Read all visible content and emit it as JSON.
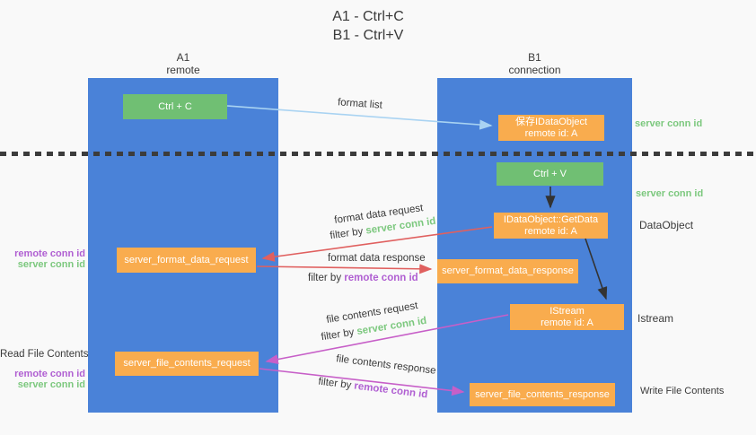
{
  "title": {
    "line1": "A1 - Ctrl+C",
    "line2": "B1 - Ctrl+V"
  },
  "columns": {
    "left": {
      "name": "A1",
      "role": "remote"
    },
    "right": {
      "name": "B1",
      "role": "connection"
    }
  },
  "boxes": {
    "ctrl_c": "Ctrl + C",
    "ctrl_v": "Ctrl + V",
    "save_idataobject": {
      "title": "保存IDataObject",
      "subtitle": "remote id: A"
    },
    "getdata": {
      "title": "IDataObject::GetData",
      "subtitle": "remote id: A"
    },
    "istream": {
      "title": "IStream",
      "subtitle": "remote id: A"
    },
    "server_format_data_request": "server_format_data_request",
    "server_format_data_response": "server_format_data_response",
    "server_file_contents_request": "server_file_contents_request",
    "server_file_contents_response": "server_file_contents_response"
  },
  "flow_labels": {
    "format_list": "format list",
    "format_data_request": "format data request",
    "format_data_response": "format data response",
    "file_contents_request": "file contents request",
    "file_contents_response": "file contents response",
    "filter_by": "filter by",
    "server_conn_id": "server conn id",
    "remote_conn_id": "remote conn id"
  },
  "side_labels": {
    "server_conn_id": "server conn id",
    "remote_conn_id": "remote conn id",
    "dataobject": "DataObject",
    "istream": "Istream",
    "read_file_contents": "Read File Contents",
    "write_file_contents": "Write File Contents"
  },
  "colors": {
    "background": "#f9f9f9",
    "column_blue": "#4a82d8",
    "box_green": "#70bf73",
    "box_orange": "#f9ac4e",
    "green_label": "#7cc87e",
    "purple_label": "#b05fd2",
    "red_arrow": "#e0605f",
    "magenta_arrow": "#c75fc8",
    "light_blue_arrow": "#a9d3f2",
    "divider_dash": "#3c3c3c",
    "text": "#3a3a3a"
  }
}
